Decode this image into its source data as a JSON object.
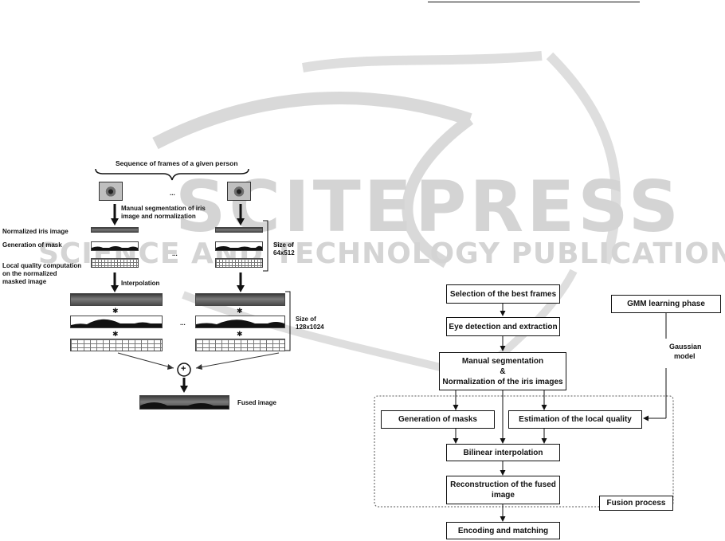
{
  "watermark": {
    "title": "SCITEPRESS",
    "subtitle": "SCIENCE AND TECHNOLOGY PUBLICATIONS"
  },
  "left_figure": {
    "sequence_label": "Sequence of frames of a given person",
    "ellipsis": "...",
    "segmentation_label_1": "Manual segmentation of iris",
    "segmentation_label_2": "image and normalization",
    "normalized_label": "Normalized iris image",
    "mask_label": "Generation of mask",
    "quality_label_1": "Local quality computation",
    "quality_label_2": "on the normalized",
    "quality_label_3": "masked image",
    "interpolation_label": "Interpolation",
    "size_small_1": "Size of",
    "size_small_2": "64x512",
    "size_large_1": "Size of",
    "size_large_2": "128x1024",
    "multiply": "✱",
    "plus": "+",
    "fused_label": "Fused image"
  },
  "right_figure": {
    "selection": "Selection of the best frames",
    "eye_detection": "Eye detection and extraction",
    "manual_seg_1": "Manual segmentation",
    "manual_seg_2": "&",
    "manual_seg_3": "Normalization of the iris images",
    "gmm": "GMM learning phase",
    "gaussian_1": "Gaussian",
    "gaussian_2": "model",
    "masks": "Generation of masks",
    "local_quality": "Estimation of the local quality",
    "bilinear": "Bilinear interpolation",
    "reconstruction_1": "Reconstruction of the fused",
    "reconstruction_2": "image",
    "fusion_process": "Fusion process",
    "encoding": "Encoding and matching"
  }
}
